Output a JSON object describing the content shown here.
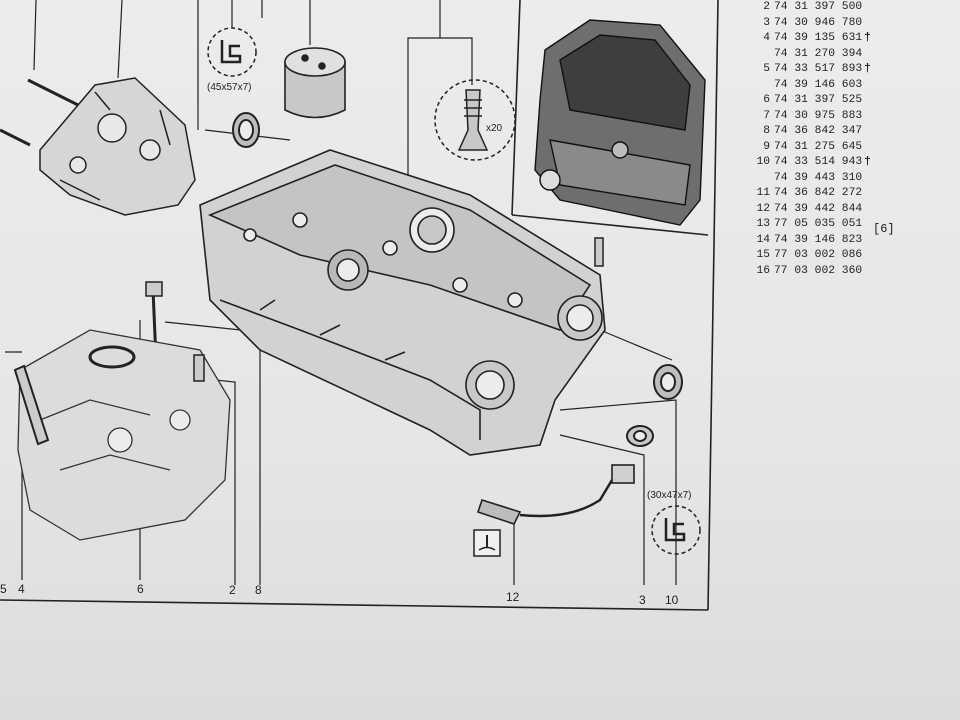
{
  "callouts": {
    "seal_left_size": "(45x57x7)",
    "seal_right_size": "(30x47x7)",
    "valve_count": "x20",
    "bottom_labels": [
      "5",
      "4",
      "6",
      "2",
      "8",
      "12",
      "3",
      "10"
    ]
  },
  "parts_list": [
    {
      "ref": "2",
      "number": "74 31 397 500",
      "note": ""
    },
    {
      "ref": "3",
      "number": "74 30 946 780",
      "note": ""
    },
    {
      "ref": "4",
      "number": "74 39 135 631",
      "note": "†"
    },
    {
      "ref": "",
      "number": "74 31 270 394",
      "note": ""
    },
    {
      "ref": "5",
      "number": "74 33 517 893",
      "note": "†"
    },
    {
      "ref": "",
      "number": "74 39 146 603",
      "note": ""
    },
    {
      "ref": "6",
      "number": "74 31 397 525",
      "note": ""
    },
    {
      "ref": "7",
      "number": "74 30 975 883",
      "note": ""
    },
    {
      "ref": "8",
      "number": "74 36 842 347",
      "note": ""
    },
    {
      "ref": "9",
      "number": "74 31 275 645",
      "note": ""
    },
    {
      "ref": "10",
      "number": "74 33 514 943",
      "note": "†"
    },
    {
      "ref": "",
      "number": "74 39 443 310",
      "note": ""
    },
    {
      "ref": "11",
      "number": "74 36 842 272",
      "note": ""
    },
    {
      "ref": "12",
      "number": "74 39 442 844",
      "note": ""
    },
    {
      "ref": "13",
      "number": "77 05 035 051",
      "note": ""
    },
    {
      "ref": "14",
      "number": "74 39 146 823",
      "note": ""
    },
    {
      "ref": "15",
      "number": "77 03 002 086",
      "note": ""
    },
    {
      "ref": "16",
      "number": "77 03 002 360",
      "note": ""
    }
  ],
  "side_note": "[6]"
}
